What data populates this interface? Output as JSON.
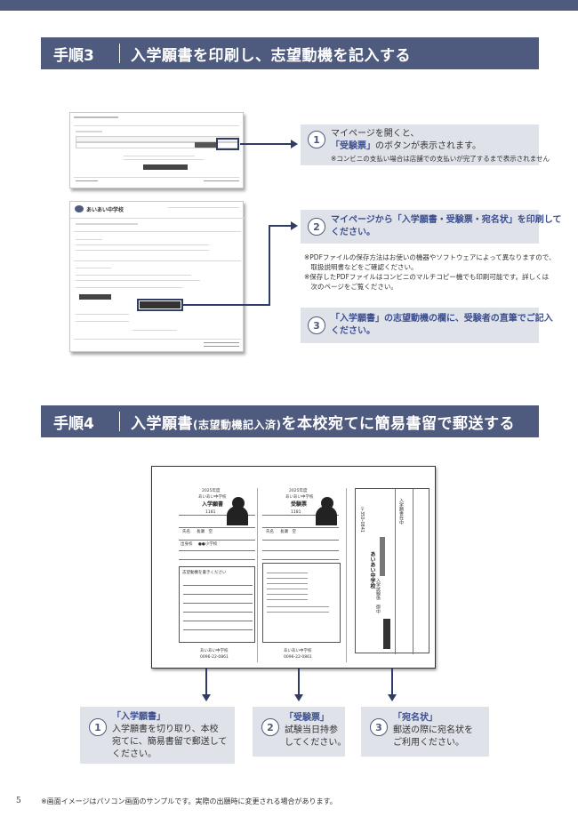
{
  "step3": {
    "num": "手順3",
    "title": "入学願書を印刷し、志望動機を記入する"
  },
  "step3_callouts": [
    {
      "n": "1",
      "line1": "マイページを開くと、",
      "line2_em": "「受験票」",
      "line2_rest": "のボタンが表示されます。",
      "note": "※コンビニの支払い場合は店舗での支払いが完了するまで表示されません"
    },
    {
      "n": "2",
      "line1": "マイページから「入学願書・受験票・宛名状」を印刷して",
      "line2": "ください。"
    },
    {
      "n": "3",
      "line1_em": "「入学願書」",
      "line1_rest": "の志望動機の欄に、受験者の直筆でご記入",
      "line2": "ください。"
    }
  ],
  "step3_notes": [
    "※PDFファイルの保存方法はお使いの機器やソフトウェアによって異なりますので、",
    "　取扱説明書などをご確認ください。",
    "※保存したPDFファイルはコンビニのマルチコピー機でも印刷可能です。詳しくは",
    "　次のページをご覧ください。"
  ],
  "screenshot2": {
    "school": "あいあい中学校"
  },
  "step4": {
    "num": "手順4",
    "title_a": "入学願書",
    "title_small": "(志望動機記入済)",
    "title_b": "を本校宛てに簡易書留で郵送する"
  },
  "document": {
    "year": "2025年度",
    "school": "あいあい中学校",
    "app_title": "入学願書",
    "ticket_title": "受験票",
    "exam_no": "1181",
    "name_label": "氏名",
    "name_value": "長瀬　空",
    "school_label": "出身校",
    "school_value": "●●小学校",
    "motive_label": "志望動機を書きください",
    "footer_school": "あいあい中学校",
    "footer_tel": "0096-22-0861",
    "postal": "〒350-0841",
    "envelope_line1": "あいあい中学校",
    "envelope_line2": "入学試験係　御中",
    "envelope_stamp": "入学願書在中"
  },
  "step4_callouts": [
    {
      "n": "1",
      "em": "「入学願書」",
      "lines": [
        "入学願書を切り取り、本校",
        "宛てに、簡易書留で郵送して",
        "ください。"
      ]
    },
    {
      "n": "2",
      "em": "「受験票」",
      "lines": [
        "試験当日持参",
        "してください。"
      ]
    },
    {
      "n": "3",
      "em": "「宛名状」",
      "lines": [
        "郵送の際に宛名状を",
        "ご利用ください。"
      ]
    }
  ],
  "footer": {
    "page": "5",
    "note": "※画面イメージはパソコン画面のサンプルです。実際の出願時に変更される場合があります。"
  },
  "colors": {
    "header": "#4f5b7e",
    "accent": "#3c4f8f",
    "callout_bg": "#e0e2ea"
  }
}
